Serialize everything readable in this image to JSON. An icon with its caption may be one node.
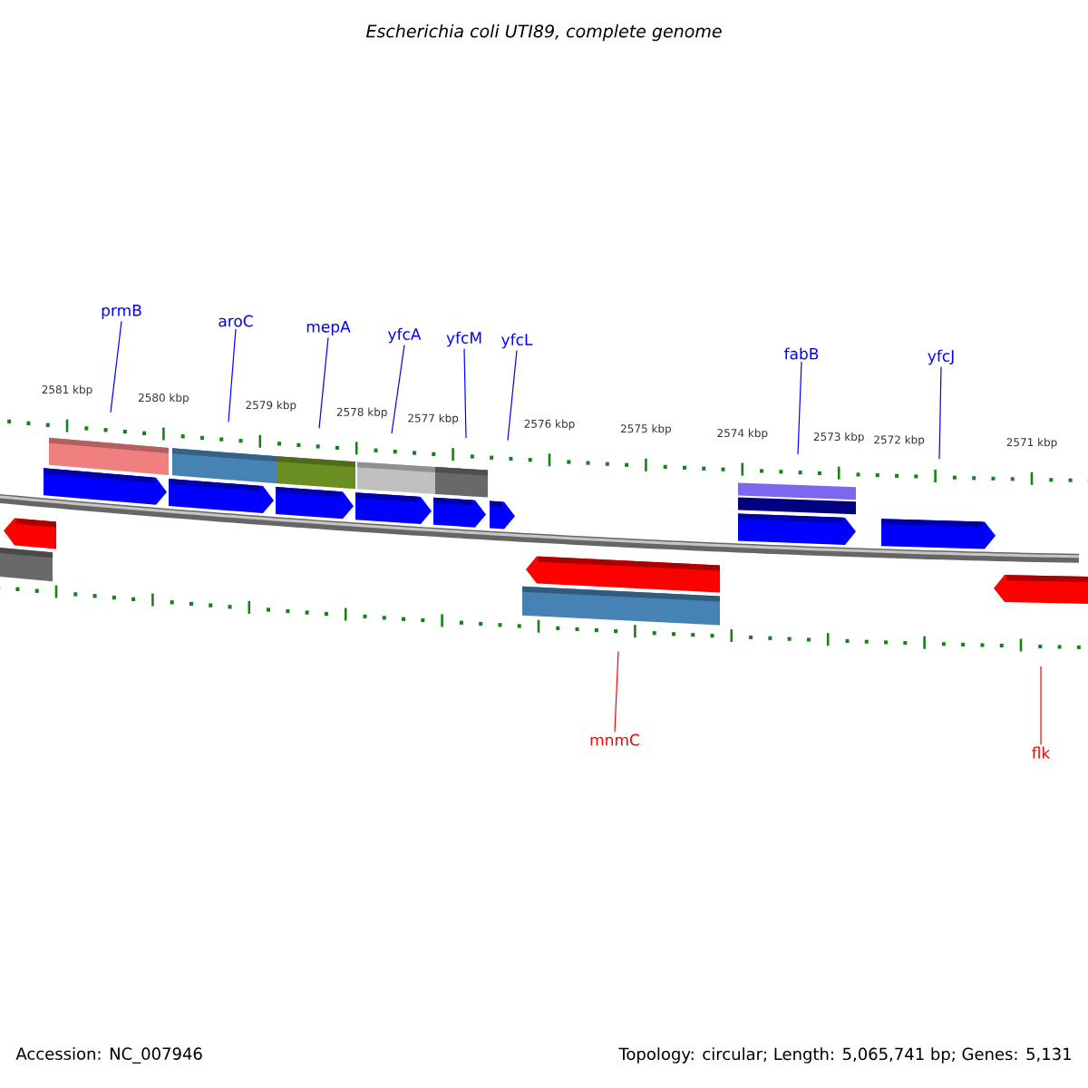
{
  "diagram": {
    "title": "Escherichia coli UTI89, complete genome",
    "nodes": [
      {
        "text": [
          "prmB"
        ]
      },
      {
        "text": [
          "aroC"
        ]
      },
      {
        "text": [
          "mepA"
        ]
      },
      {
        "text": [
          "yfcA"
        ]
      },
      {
        "text": [
          "yfcM"
        ]
      },
      {
        "text": [
          "yfcL"
        ]
      },
      {
        "text": [
          "fabB"
        ]
      },
      {
        "text": [
          "yfcJ"
        ]
      },
      {
        "text": [
          "mnmC"
        ]
      },
      {
        "text": [
          "flk"
        ]
      }
    ],
    "edges": [
      {
        "from": 0,
        "to": null,
        "arrow": "none"
      },
      {
        "from": 1,
        "to": null,
        "arrow": "none"
      },
      {
        "from": 2,
        "to": null,
        "arrow": "none"
      },
      {
        "from": 3,
        "to": null,
        "arrow": "none"
      },
      {
        "from": 4,
        "to": null,
        "arrow": "none"
      },
      {
        "from": 5,
        "to": null,
        "arrow": "none"
      },
      {
        "from": 6,
        "to": null,
        "arrow": "none"
      },
      {
        "from": 7,
        "to": null,
        "arrow": "none"
      },
      {
        "from": 8,
        "to": null,
        "arrow": "none",
        "color": "#ff0000"
      },
      {
        "from": 9,
        "to": null,
        "arrow": "none",
        "color": "#ff0000"
      }
    ],
    "labels": [
      "2581 kbp",
      "2580 kbp",
      "2579 kbp",
      "2578 kbp",
      "2577 kbp",
      "2576 kbp",
      "2575 kbp",
      "2574 kbp",
      "2573 kbp",
      "2572 kbp",
      "2571 kbp",
      "Accession: NC_007946",
      "Topology: circular; Length: 5,065,741 bp; Genes: 5,131"
    ]
  }
}
